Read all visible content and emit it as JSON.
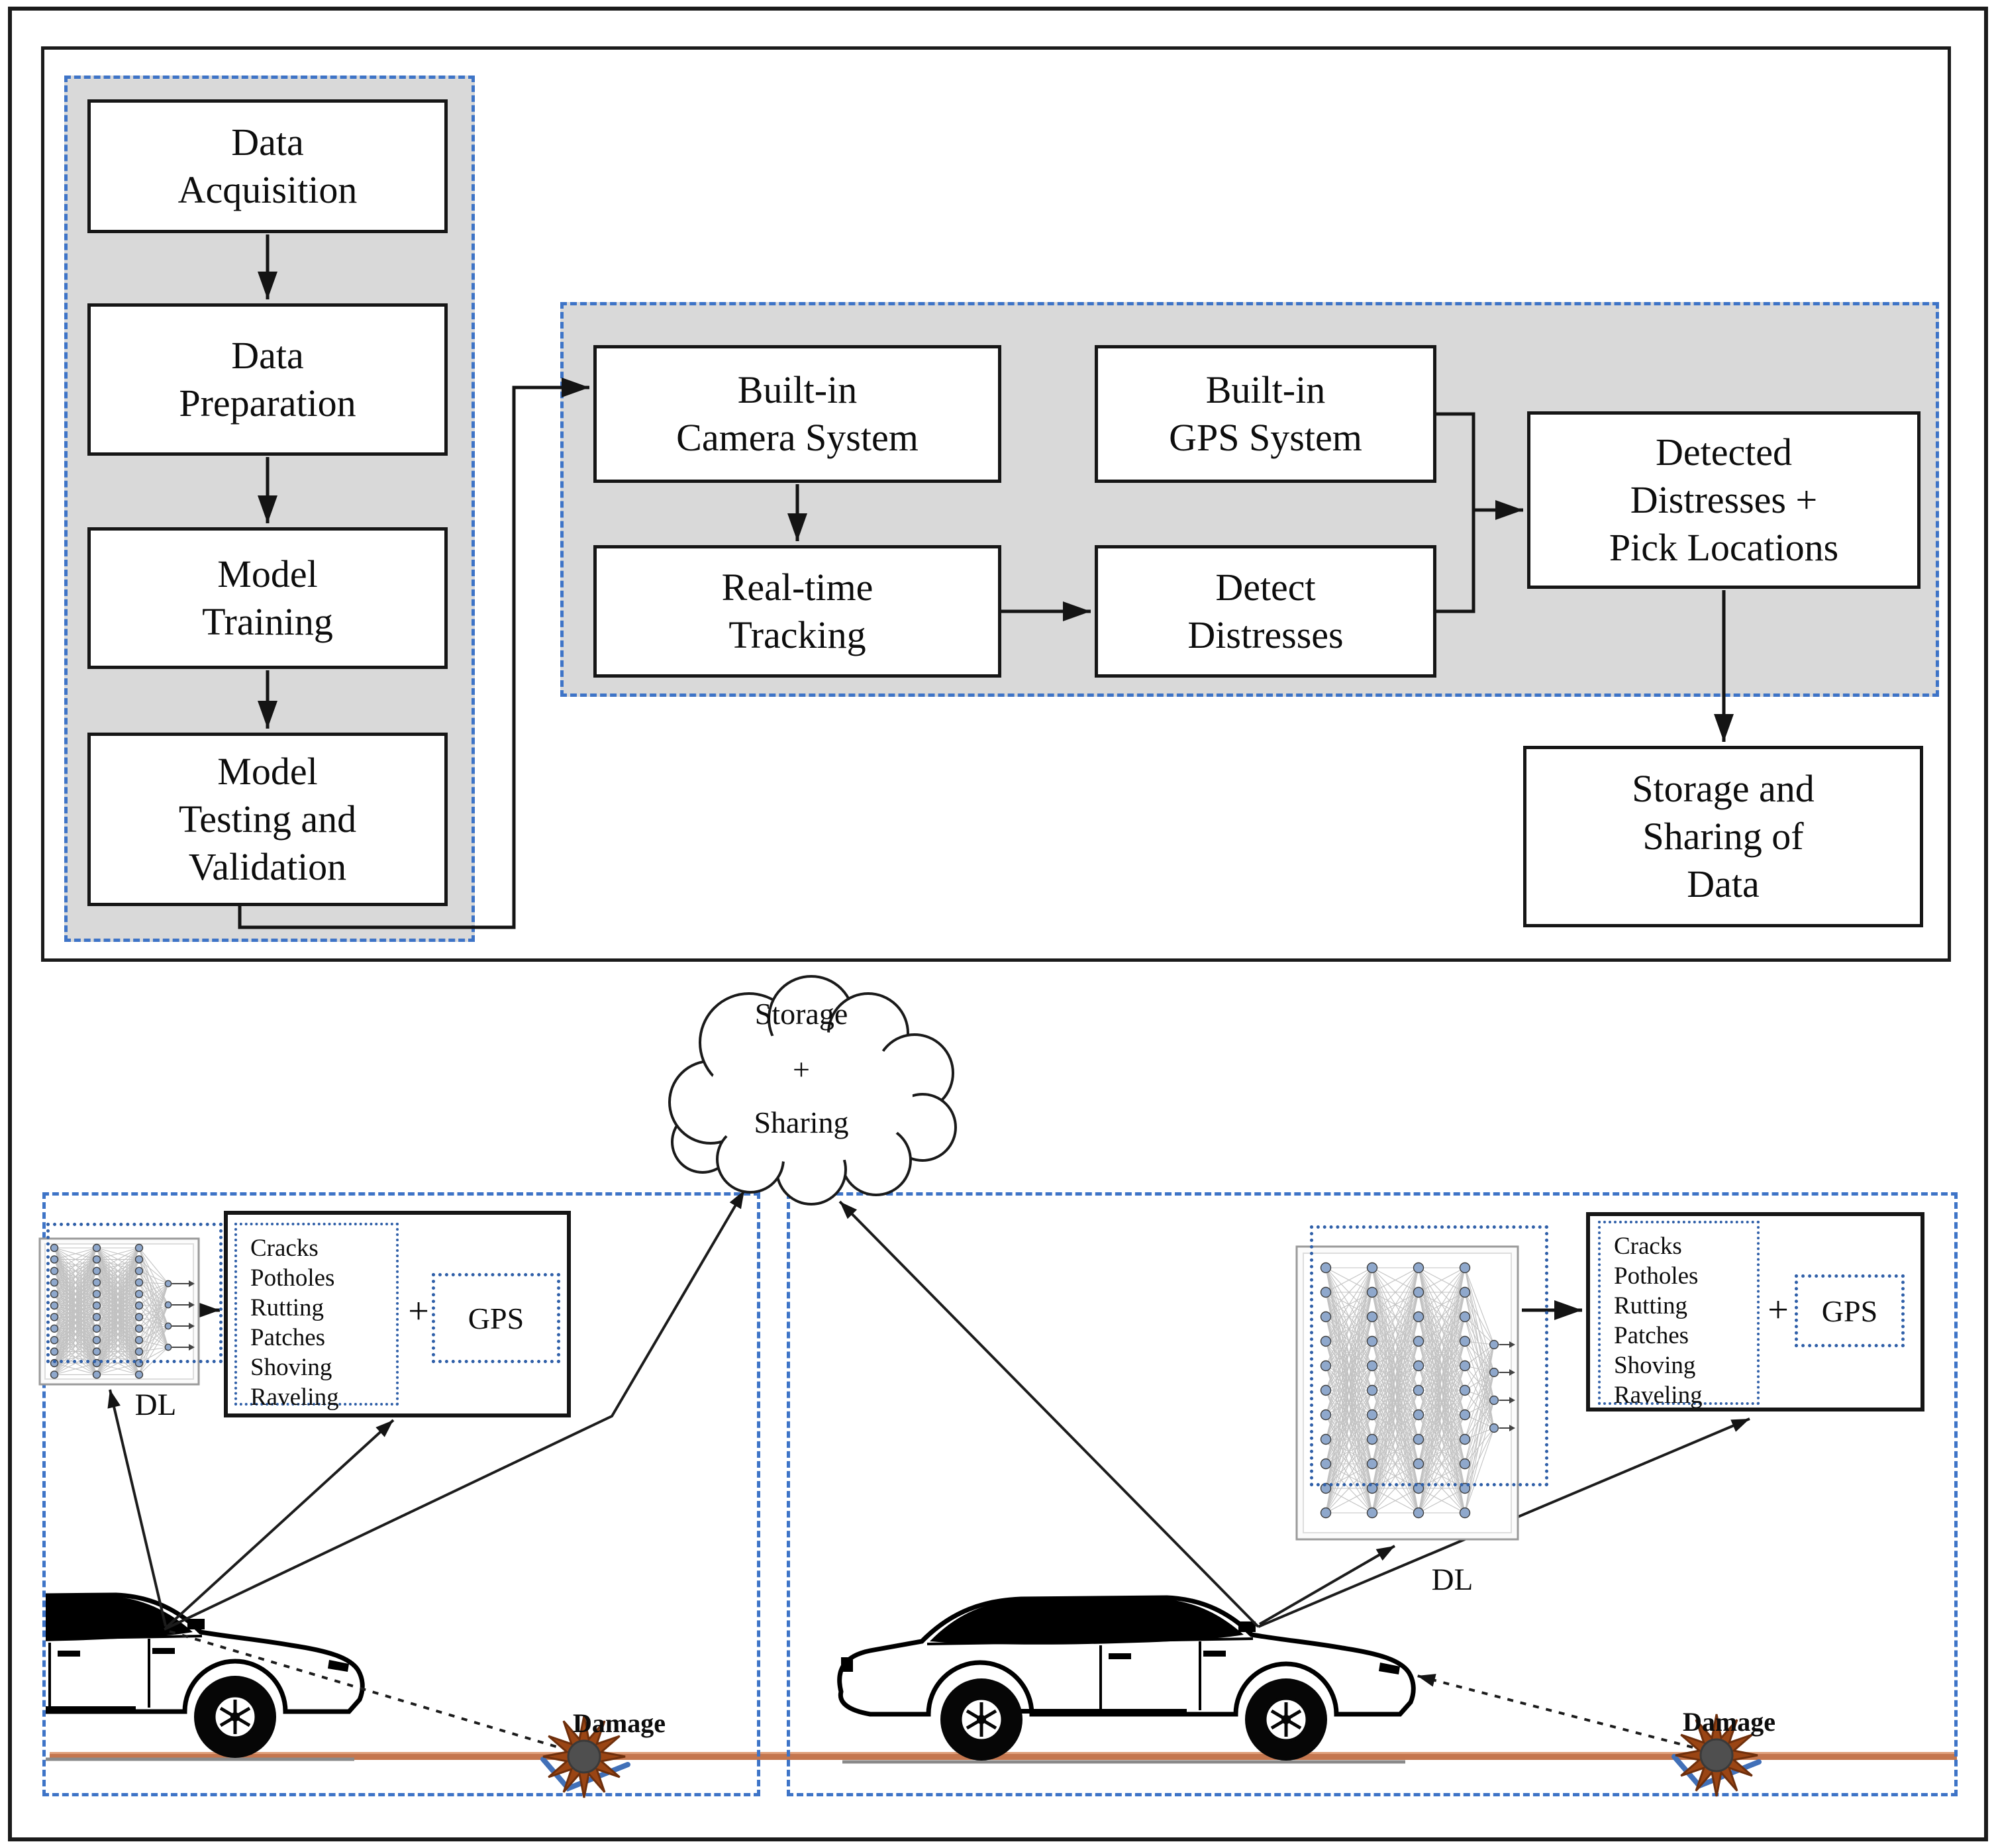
{
  "flowchart": {
    "pipeline_steps": [
      "Data\nAcquisition",
      "Data\nPreparation",
      "Model\nTraining",
      "Model\nTesting and\nValidation"
    ],
    "camera_box": "Built-in\nCamera System",
    "gps_box": "Built-in\nGPS System",
    "tracking_box": "Real-time\nTracking",
    "detect_box": "Detect\nDistresses",
    "detected_box": "Detected\nDistresses +\nPick Locations",
    "storage_box": "Storage and\nSharing of\nData"
  },
  "cloud": {
    "storage": "Storage",
    "plus": "+",
    "sharing": "Sharing"
  },
  "panels": {
    "left": {
      "dl": "DL",
      "distress_items": [
        "Cracks",
        "Potholes",
        "Rutting",
        "Patches",
        "Shoving",
        "Raveling"
      ],
      "plus": "+",
      "gps": "GPS",
      "damage": "Damage"
    },
    "right": {
      "dl": "DL",
      "distress_items": [
        "Cracks",
        "Potholes",
        "Rutting",
        "Patches",
        "Shoving",
        "Raveling"
      ],
      "plus": "+",
      "gps": "GPS",
      "damage": "Damage"
    }
  },
  "colors": {
    "dashed_border_blue": "#3E74C7",
    "dotted_border_blue": "#2F5FA8",
    "group_fill_gray": "#D9D9D9",
    "road_orange": "#C4764E",
    "damage_star_brown": "#9A4514",
    "damage_star_core_gray": "#4F4F4F",
    "tick_blue": "#4170B8"
  }
}
